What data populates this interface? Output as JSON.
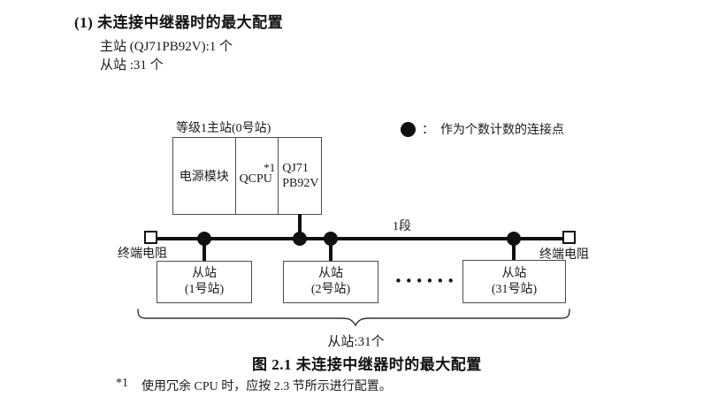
{
  "page": {
    "heading": "(1) 未连接中继器时的最大配置",
    "master_count_line": "主站 (QJ71PB92V):1 个",
    "slave_count_line": "从站 :31 个",
    "caption": "图 2.1 未连接中继器时的最大配置",
    "footnote_marker": "*1",
    "footnote_text": "使用冗余 CPU 时，应按 2.3 节所示进行配置。"
  },
  "diagram": {
    "master_station": {
      "label": "等级1主站(0号站)",
      "power_module": "电源模块",
      "cpu_module": "QCPU",
      "cpu_note_marker": "*1",
      "network_module_line1": "QJ71",
      "network_module_line2": "PB92V"
    },
    "legend": {
      "symbol_name": "connection-point",
      "colon": "：",
      "text": "作为个数计数的连接点"
    },
    "segment_label": "1段",
    "terminator_left_label": "终端电阻",
    "terminator_right_label": "终端电阻",
    "slaves": [
      {
        "line1": "从站",
        "line2": "(1号站)"
      },
      {
        "line1": "从站",
        "line2": "(2号站)"
      },
      {
        "line1": "从站",
        "line2": "(31号站)"
      }
    ],
    "ellipsis": "••••••",
    "brace_label": "从站:31个",
    "colors": {
      "line": "#111111",
      "border": "#4d4d4d",
      "text": "#1a1a1a"
    }
  }
}
